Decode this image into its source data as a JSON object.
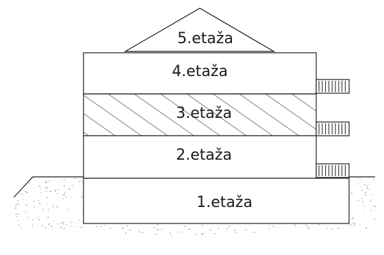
{
  "diagram": {
    "floors": [
      {
        "id": "floor-1",
        "label": "1.etaža",
        "hatched": false,
        "underground": true
      },
      {
        "id": "floor-2",
        "label": "2.etaža",
        "hatched": false,
        "underground": false
      },
      {
        "id": "floor-3",
        "label": "3.etaža",
        "hatched": true,
        "underground": false
      },
      {
        "id": "floor-4",
        "label": "4.etaža",
        "hatched": false,
        "underground": false
      },
      {
        "id": "floor-5",
        "label": "5.etaža",
        "hatched": false,
        "underground": false,
        "attic": true
      }
    ],
    "colors": {
      "stroke": "#1a1a1a",
      "soil_dots": "#6b6b6b",
      "background": "#ffffff"
    }
  }
}
